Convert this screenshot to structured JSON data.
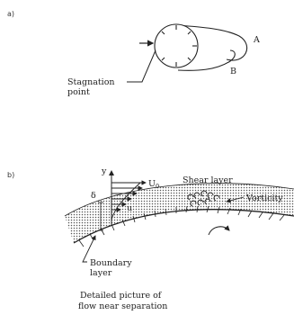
{
  "panel_a": {
    "tag": "a)",
    "label_a": "A",
    "label_b": "B",
    "stagnation_line1": "Stagnation",
    "stagnation_line2": "point"
  },
  "panel_b": {
    "tag": "b)",
    "y_axis": "y",
    "u0": "U",
    "u0_sub": "0",
    "delta": "δ",
    "u": "u",
    "shear_layer": "Shear layer",
    "vorticity": "Vorticity",
    "boundary_line1": "Boundary",
    "boundary_line2": "layer",
    "caption_line1": "Detailed picture of",
    "caption_line2": "flow near separation"
  }
}
